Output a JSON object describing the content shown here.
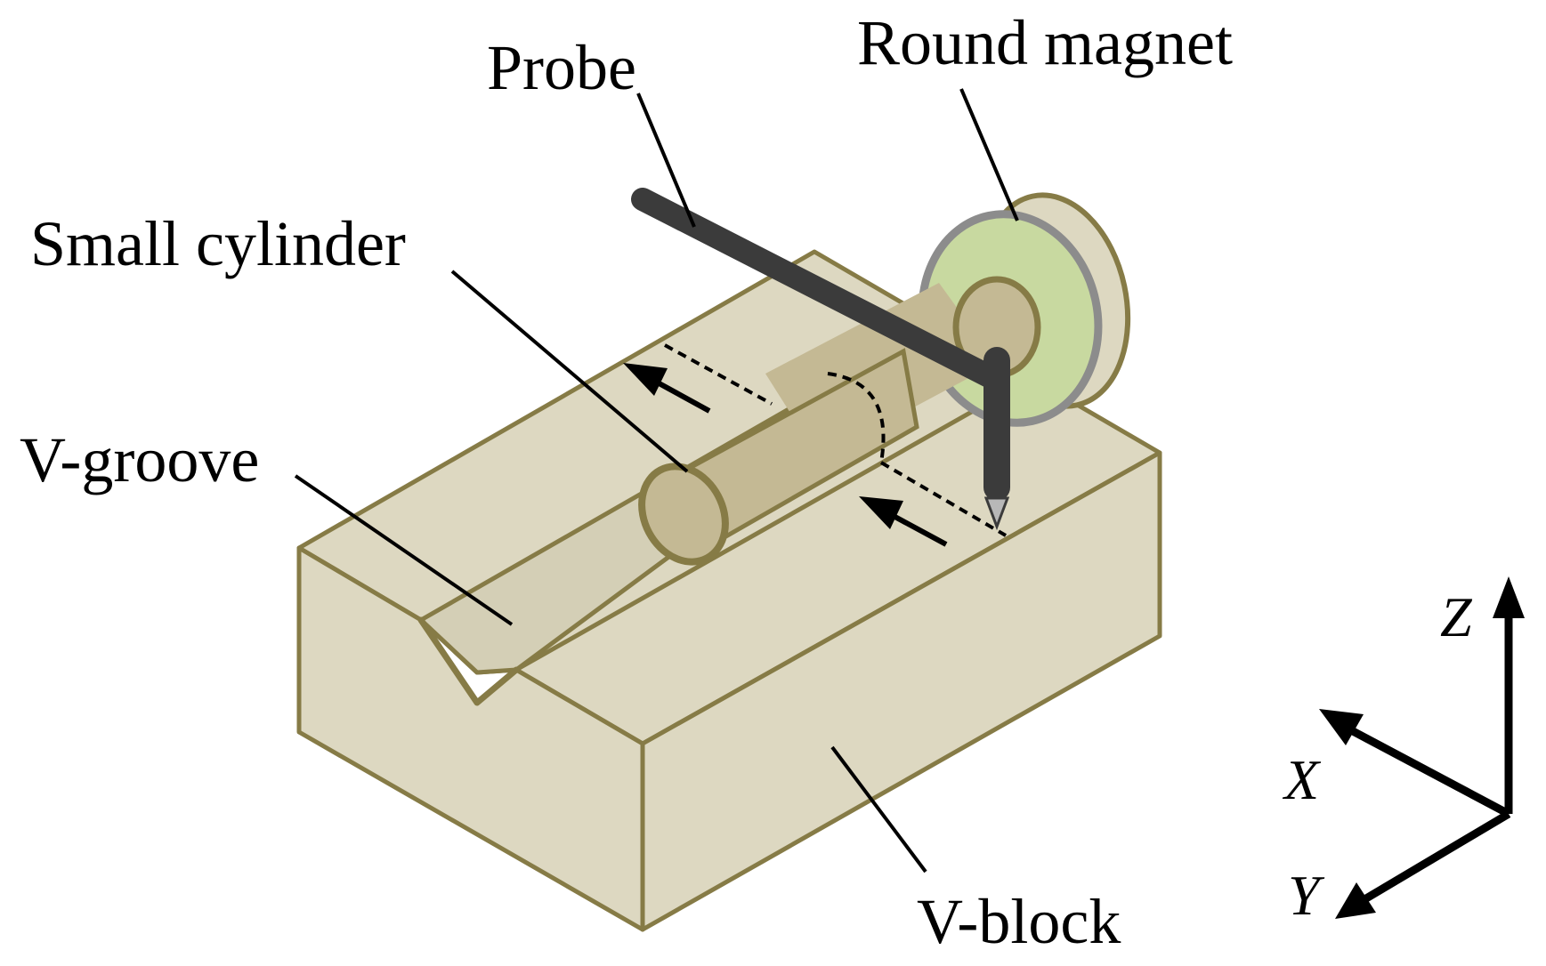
{
  "labels": {
    "probe": "Probe",
    "round_magnet": "Round magnet",
    "small_cylinder": "Small cylinder",
    "v_groove": "V-groove",
    "v_block": "V-block"
  },
  "axes": {
    "z": "Z",
    "x": "X",
    "y": "Y"
  },
  "colors": {
    "block_fill": "#ddd8c1",
    "block_edge": "#867b46",
    "cylinder_fill": "#c4b994",
    "magnet_fill": "#c8d9a0",
    "magnet_ring": "#8c8c8c",
    "probe": "#3b3b3b",
    "probe_tip": "#b8b8b8",
    "ink": "#000000"
  }
}
